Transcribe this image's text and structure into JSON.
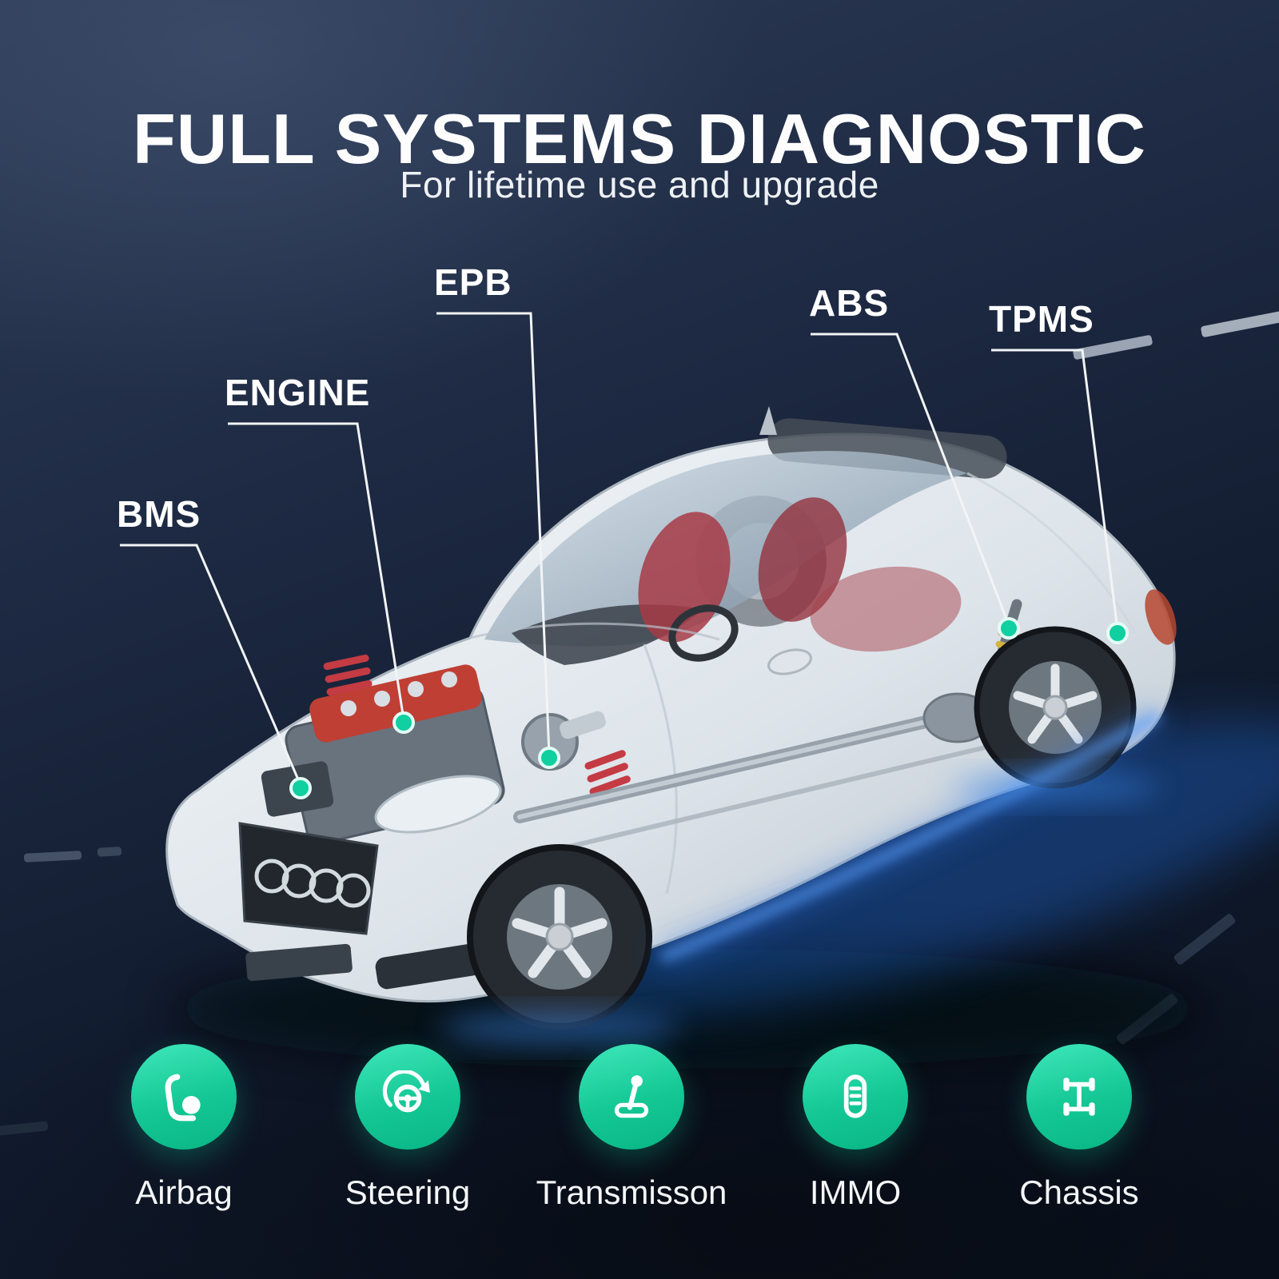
{
  "header": {
    "title": "FULL SYSTEMS DIAGNOSTIC",
    "subtitle": "For lifetime use and upgrade"
  },
  "callouts": [
    {
      "label": "BMS"
    },
    {
      "label": "ENGINE"
    },
    {
      "label": "EPB"
    },
    {
      "label": "ABS"
    },
    {
      "label": "TPMS"
    }
  ],
  "features": [
    {
      "label": "Airbag",
      "icon": "airbag-icon"
    },
    {
      "label": "Steering",
      "icon": "steering-wheel-icon"
    },
    {
      "label": "Transmisson",
      "icon": "transmission-shifter-icon"
    },
    {
      "label": "IMMO",
      "icon": "key-fob-icon"
    },
    {
      "label": "Chassis",
      "icon": "chassis-axle-icon"
    }
  ],
  "colors": {
    "accent_teal": "#14c795",
    "callout_dot": "#10cfa0",
    "leader_line": "#f2f4f6",
    "underglow_blue": "#3b86e8",
    "background_top": "#2e3c56",
    "background_bottom": "#0a111d",
    "text": "#ffffff"
  }
}
